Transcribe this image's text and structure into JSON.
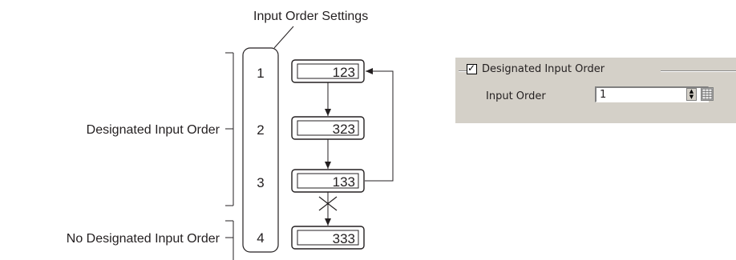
{
  "diagram": {
    "title": "Input Order Settings",
    "designated_label": "Designated Input Order",
    "no_designated_label": "No Designated Input Order",
    "orders": [
      "1",
      "2",
      "3",
      "4"
    ],
    "values": [
      "123",
      "323",
      "133",
      "333"
    ]
  },
  "dialog": {
    "checkbox_label": "Designated Input Order",
    "checkbox_checked": true,
    "input_order_label": "Input Order",
    "input_order_value": "1"
  }
}
